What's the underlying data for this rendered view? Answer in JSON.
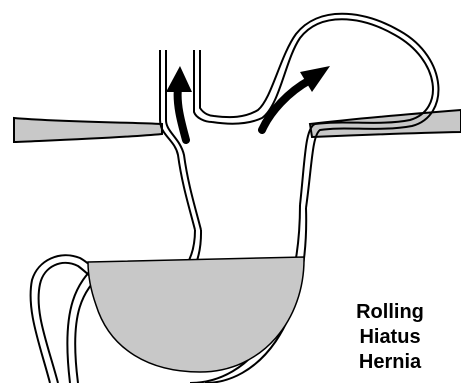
{
  "caption": {
    "line1": "Rolling",
    "line2": "Hiatus",
    "line3": "Hernia"
  },
  "colors": {
    "outline": "#000000",
    "fill": "#c8c8c8",
    "background": "#ffffff"
  },
  "icons": [
    "arrow-up-icon",
    "arrow-curved-up-right-icon"
  ]
}
